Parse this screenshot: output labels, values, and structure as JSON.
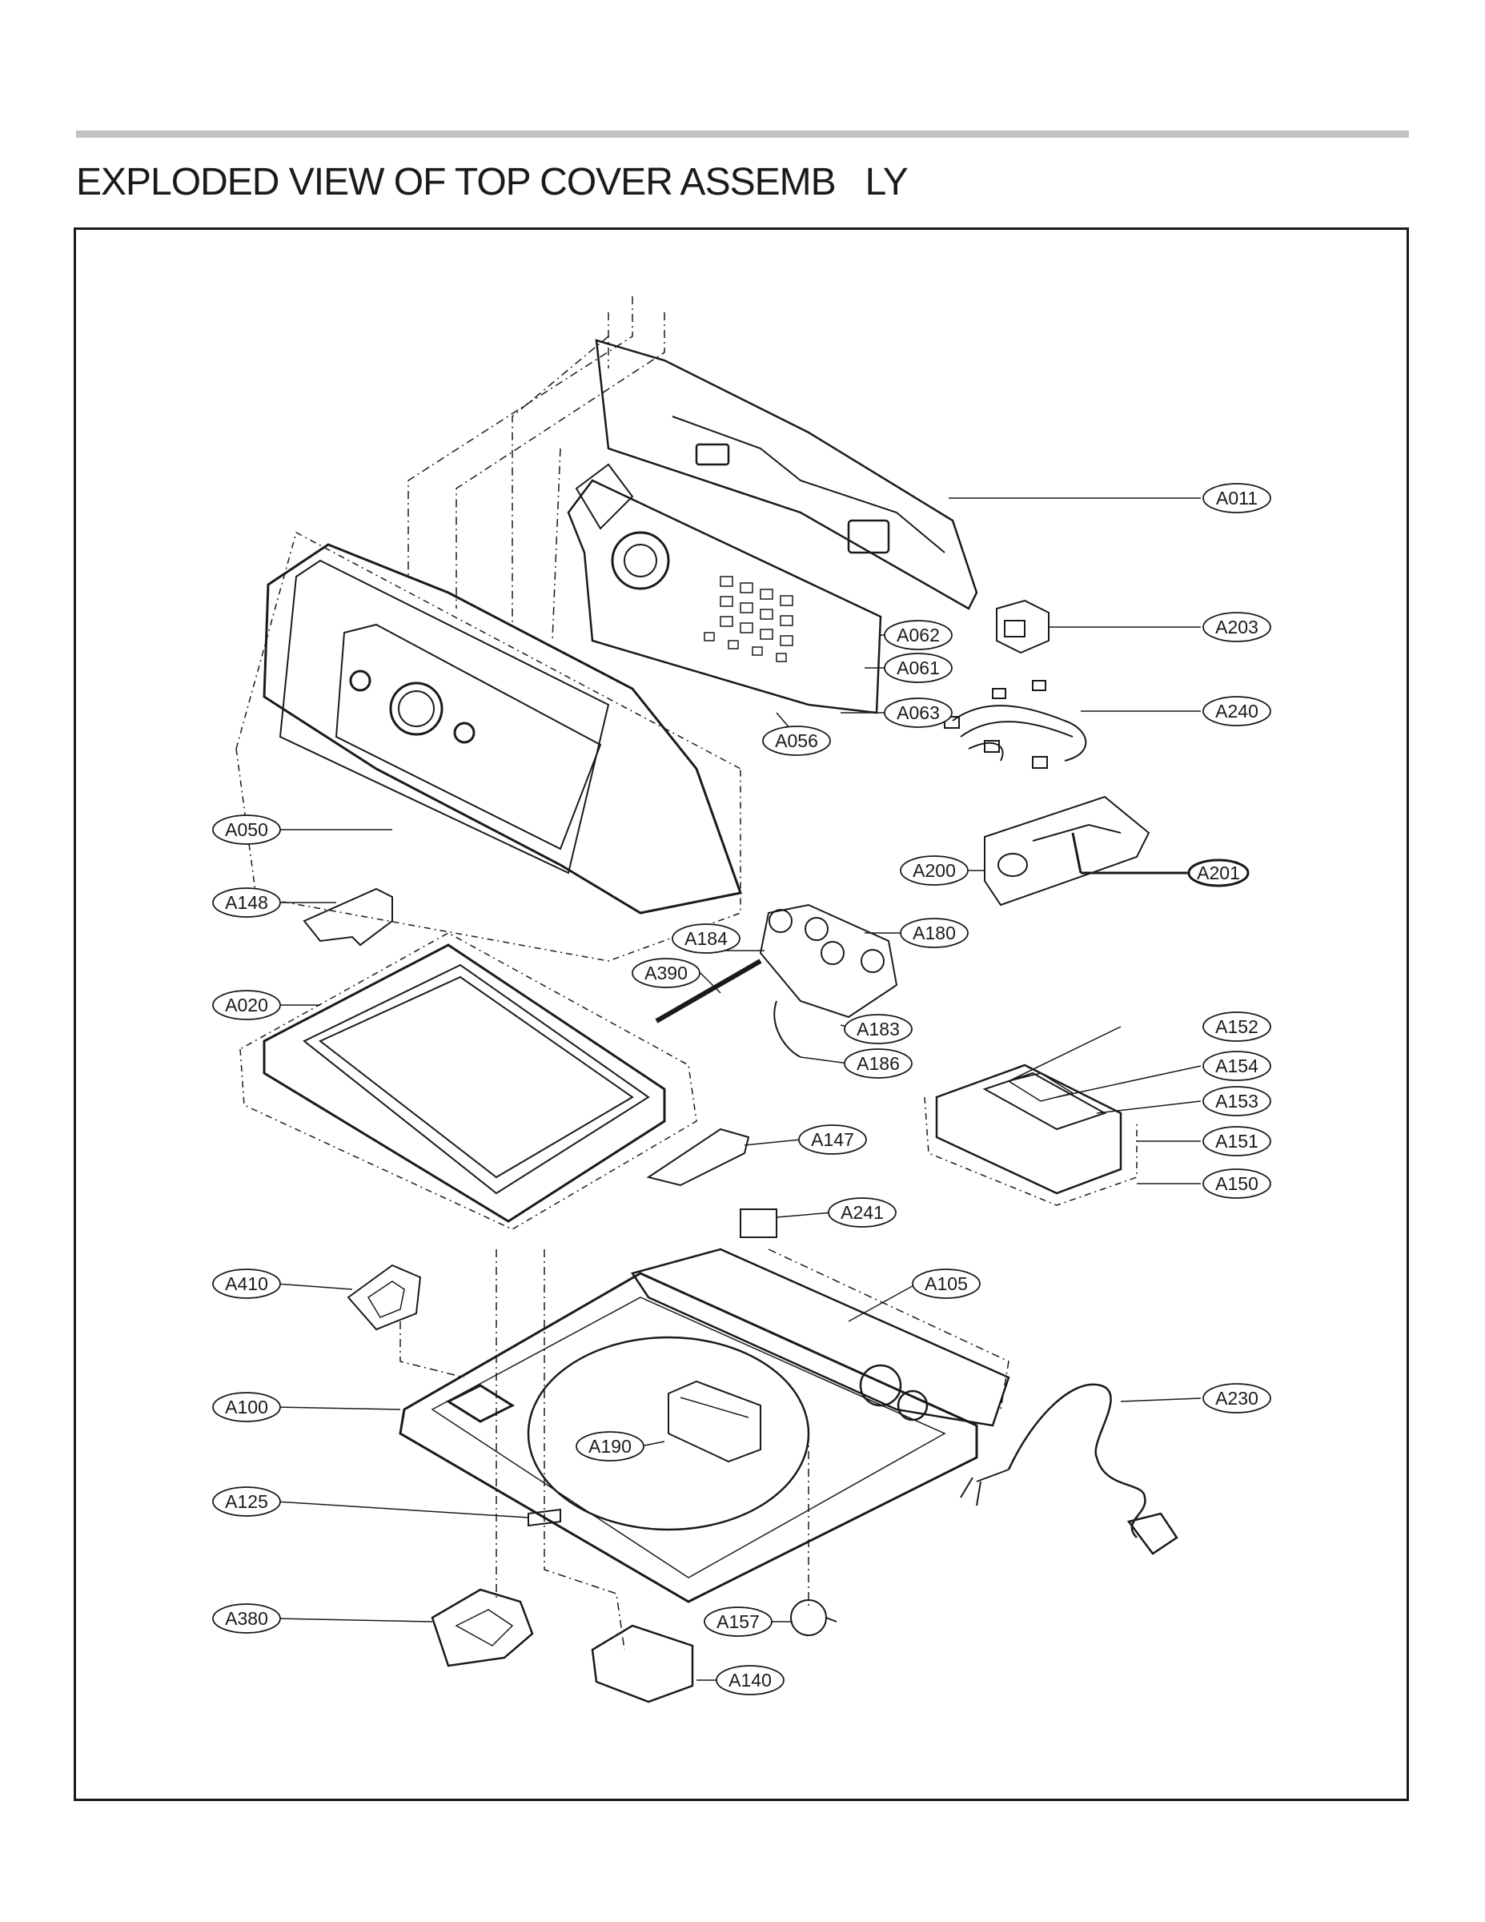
{
  "title": "EXPLODED VIEW OF TOP COVER ASSEMB   LY",
  "parts": [
    {
      "id": "A011"
    },
    {
      "id": "A203"
    },
    {
      "id": "A062"
    },
    {
      "id": "A061"
    },
    {
      "id": "A240"
    },
    {
      "id": "A063"
    },
    {
      "id": "A056"
    },
    {
      "id": "A050"
    },
    {
      "id": "A200"
    },
    {
      "id": "A201"
    },
    {
      "id": "A148"
    },
    {
      "id": "A184"
    },
    {
      "id": "A180"
    },
    {
      "id": "A390"
    },
    {
      "id": "A020"
    },
    {
      "id": "A183"
    },
    {
      "id": "A152"
    },
    {
      "id": "A186"
    },
    {
      "id": "A154"
    },
    {
      "id": "A153"
    },
    {
      "id": "A151"
    },
    {
      "id": "A147"
    },
    {
      "id": "A150"
    },
    {
      "id": "A241"
    },
    {
      "id": "A410"
    },
    {
      "id": "A105"
    },
    {
      "id": "A100"
    },
    {
      "id": "A230"
    },
    {
      "id": "A190"
    },
    {
      "id": "A125"
    },
    {
      "id": "A380"
    },
    {
      "id": "A157"
    },
    {
      "id": "A140"
    }
  ]
}
